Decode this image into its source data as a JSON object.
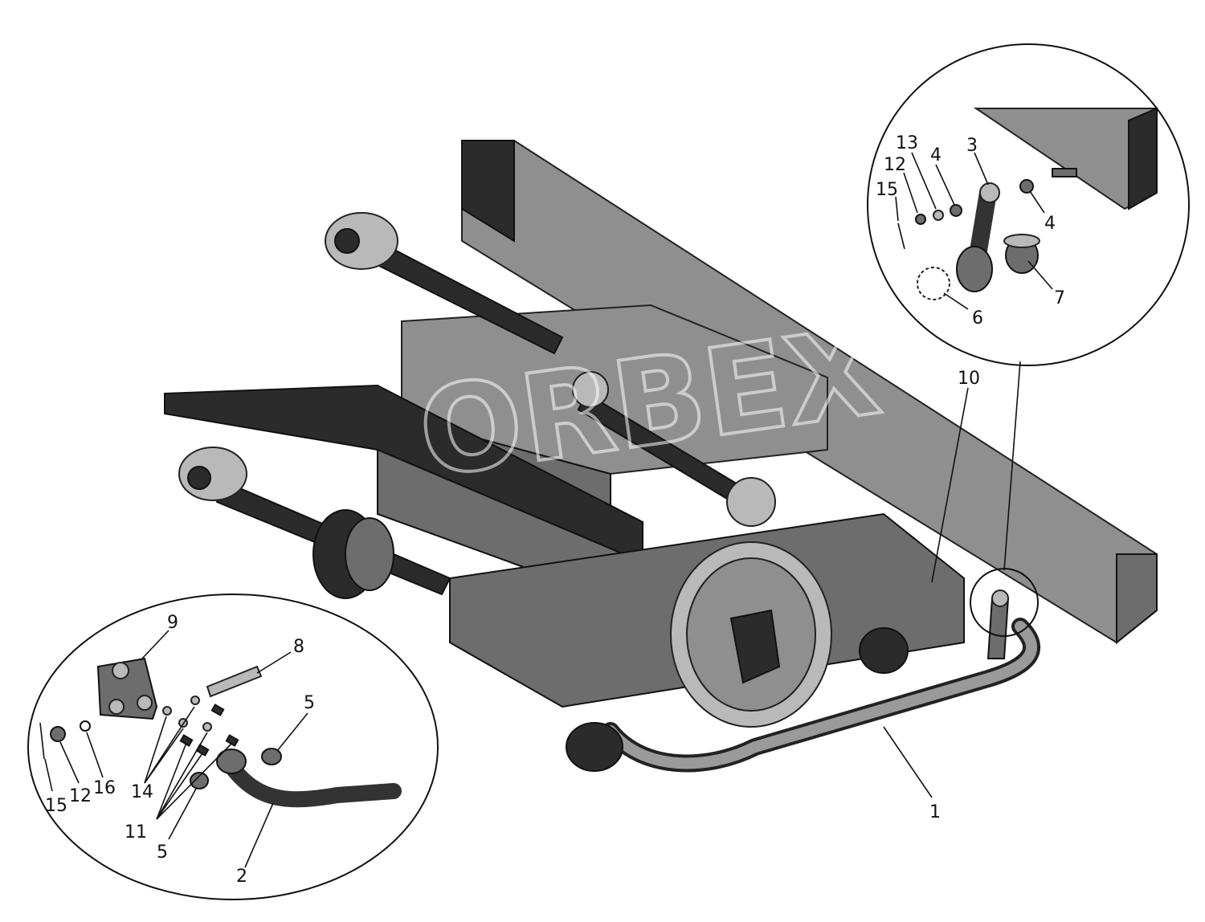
{
  "watermark": "ORBEX",
  "callouts": {
    "top": {
      "labels": [
        "13",
        "12",
        "15",
        "4",
        "3",
        "4",
        "7",
        "6"
      ]
    },
    "bottom": {
      "labels": [
        "9",
        "8",
        "5",
        "16",
        "12",
        "15",
        "14",
        "11",
        "5",
        "2"
      ]
    },
    "main": {
      "labels": [
        "10",
        "1"
      ]
    }
  },
  "colors": {
    "frame": "#8f8f8f",
    "dark": "#2b2b2b",
    "mid": "#6d6d6d",
    "light": "#b9b9b9"
  }
}
